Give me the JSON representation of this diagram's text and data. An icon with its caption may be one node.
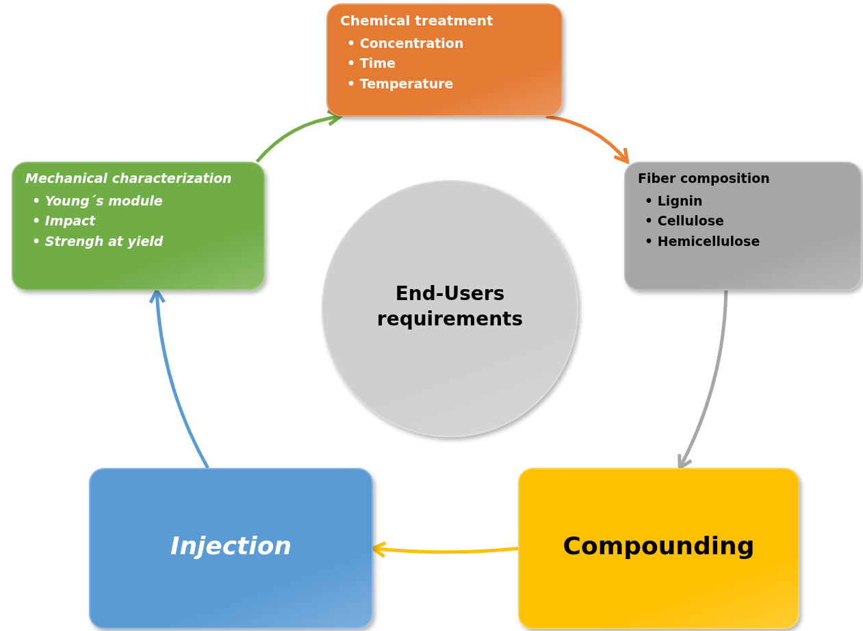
{
  "diagram": {
    "nodes": [
      {
        "text": [
          "Chemical treatment",
          "• Concentration",
          "• Time",
          "• Temperature"
        ]
      },
      {
        "text": [
          "Fiber composition",
          "• Lignin",
          "• Cellulose",
          "• Hemicellulose"
        ]
      },
      {
        "text": [
          "Compounding"
        ]
      },
      {
        "text": [
          "Injection"
        ]
      },
      {
        "text": [
          "Mechanical characterization",
          "• Young´s module",
          "• Impact",
          "• Strengh at yield"
        ]
      },
      {
        "text": [
          "End-Users requirements"
        ]
      }
    ],
    "edges": [
      {
        "from": 0,
        "to": 1,
        "arrow": "to",
        "color": "#ed7d31"
      },
      {
        "from": 1,
        "to": 2,
        "arrow": "to",
        "color": "#a6a6a6"
      },
      {
        "from": 2,
        "to": 3,
        "arrow": "to",
        "color": "#ffc000"
      },
      {
        "from": 3,
        "to": 4,
        "arrow": "to",
        "color": "#5b9bd5"
      },
      {
        "from": 4,
        "to": 0,
        "arrow": "to",
        "color": "#70ad47"
      }
    ]
  }
}
